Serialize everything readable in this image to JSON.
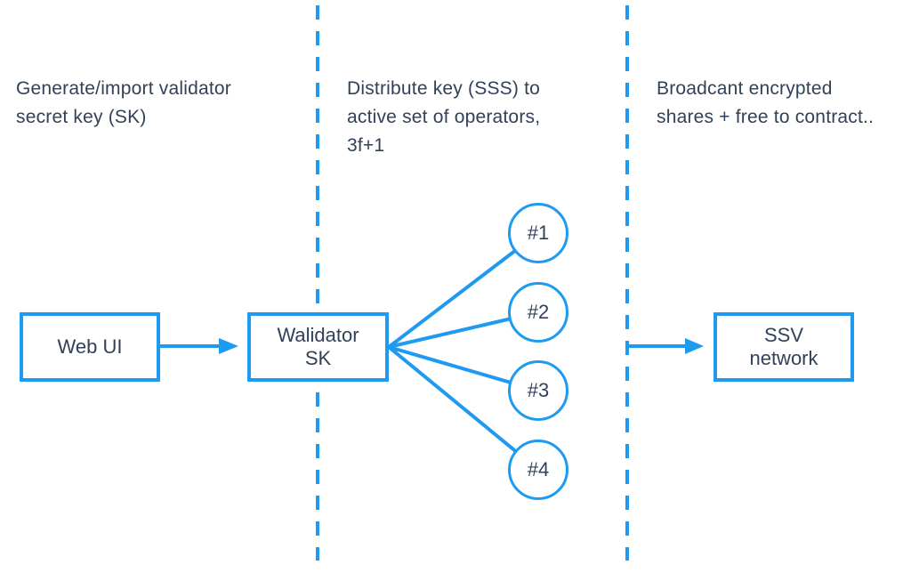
{
  "colors": {
    "accent": "#1E9AF0",
    "ink": "#32415A",
    "background": "#FFFFFF"
  },
  "captions": {
    "generate": {
      "lines": [
        "Generate/import validator",
        "secret key (SK)"
      ]
    },
    "distribute": {
      "lines": [
        "Distribute key (SSS) to",
        "active set of operators,",
        "3f+1"
      ]
    },
    "broadcast": {
      "lines": [
        "Broadcant encrypted",
        "shares + free to contract.."
      ]
    }
  },
  "nodes": {
    "web_ui": {
      "lines": [
        "Web UI"
      ]
    },
    "validator_sk": {
      "lines": [
        "Walidator",
        "SK"
      ]
    },
    "ssv_network": {
      "lines": [
        "SSV",
        "network"
      ]
    }
  },
  "operators": [
    {
      "label": "#1"
    },
    {
      "label": "#2"
    },
    {
      "label": "#3"
    },
    {
      "label": "#4"
    }
  ]
}
